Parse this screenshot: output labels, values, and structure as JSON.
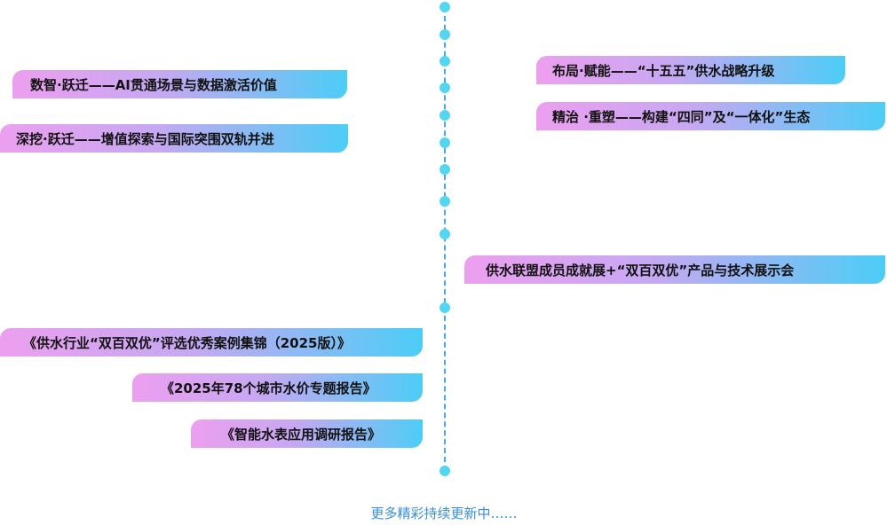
{
  "left_items": [
    {
      "label": "数智·跃迁——AI贯通场景与数据激活价值"
    },
    {
      "label": "深挖·跃迁——增值探索与国际突围双轨并进"
    },
    {
      "label": "《供水行业“双百双优”评选优秀案例集锦（2025版）》"
    },
    {
      "label": "《2025年78个城市水价专题报告》"
    },
    {
      "label": "《智能水表应用调研报告》"
    }
  ],
  "right_items": [
    {
      "label": "布局·赋能——“十五五”供水战略升级"
    },
    {
      "label": "精治 ·重塑——构建“四同”及“一体化”生态"
    },
    {
      "label": "供水联盟成员成就展+“双百双优”产品与技术展示会"
    }
  ],
  "footer": {
    "more_text": "更多精彩持续更新中……"
  },
  "colors": {
    "dot": "#53d7f0",
    "line": "#4aa6ee",
    "gradient_start": "#ec9fef",
    "gradient_end": "#4ccdf6",
    "more_text": "#3a8de0"
  }
}
